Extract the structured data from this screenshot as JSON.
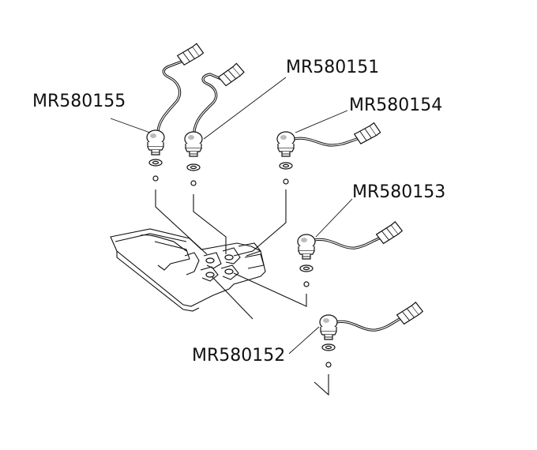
{
  "labels": {
    "p151": "MR580151",
    "p152": "MR580152",
    "p153": "MR580153",
    "p154": "MR580154",
    "p155": "MR580155"
  }
}
